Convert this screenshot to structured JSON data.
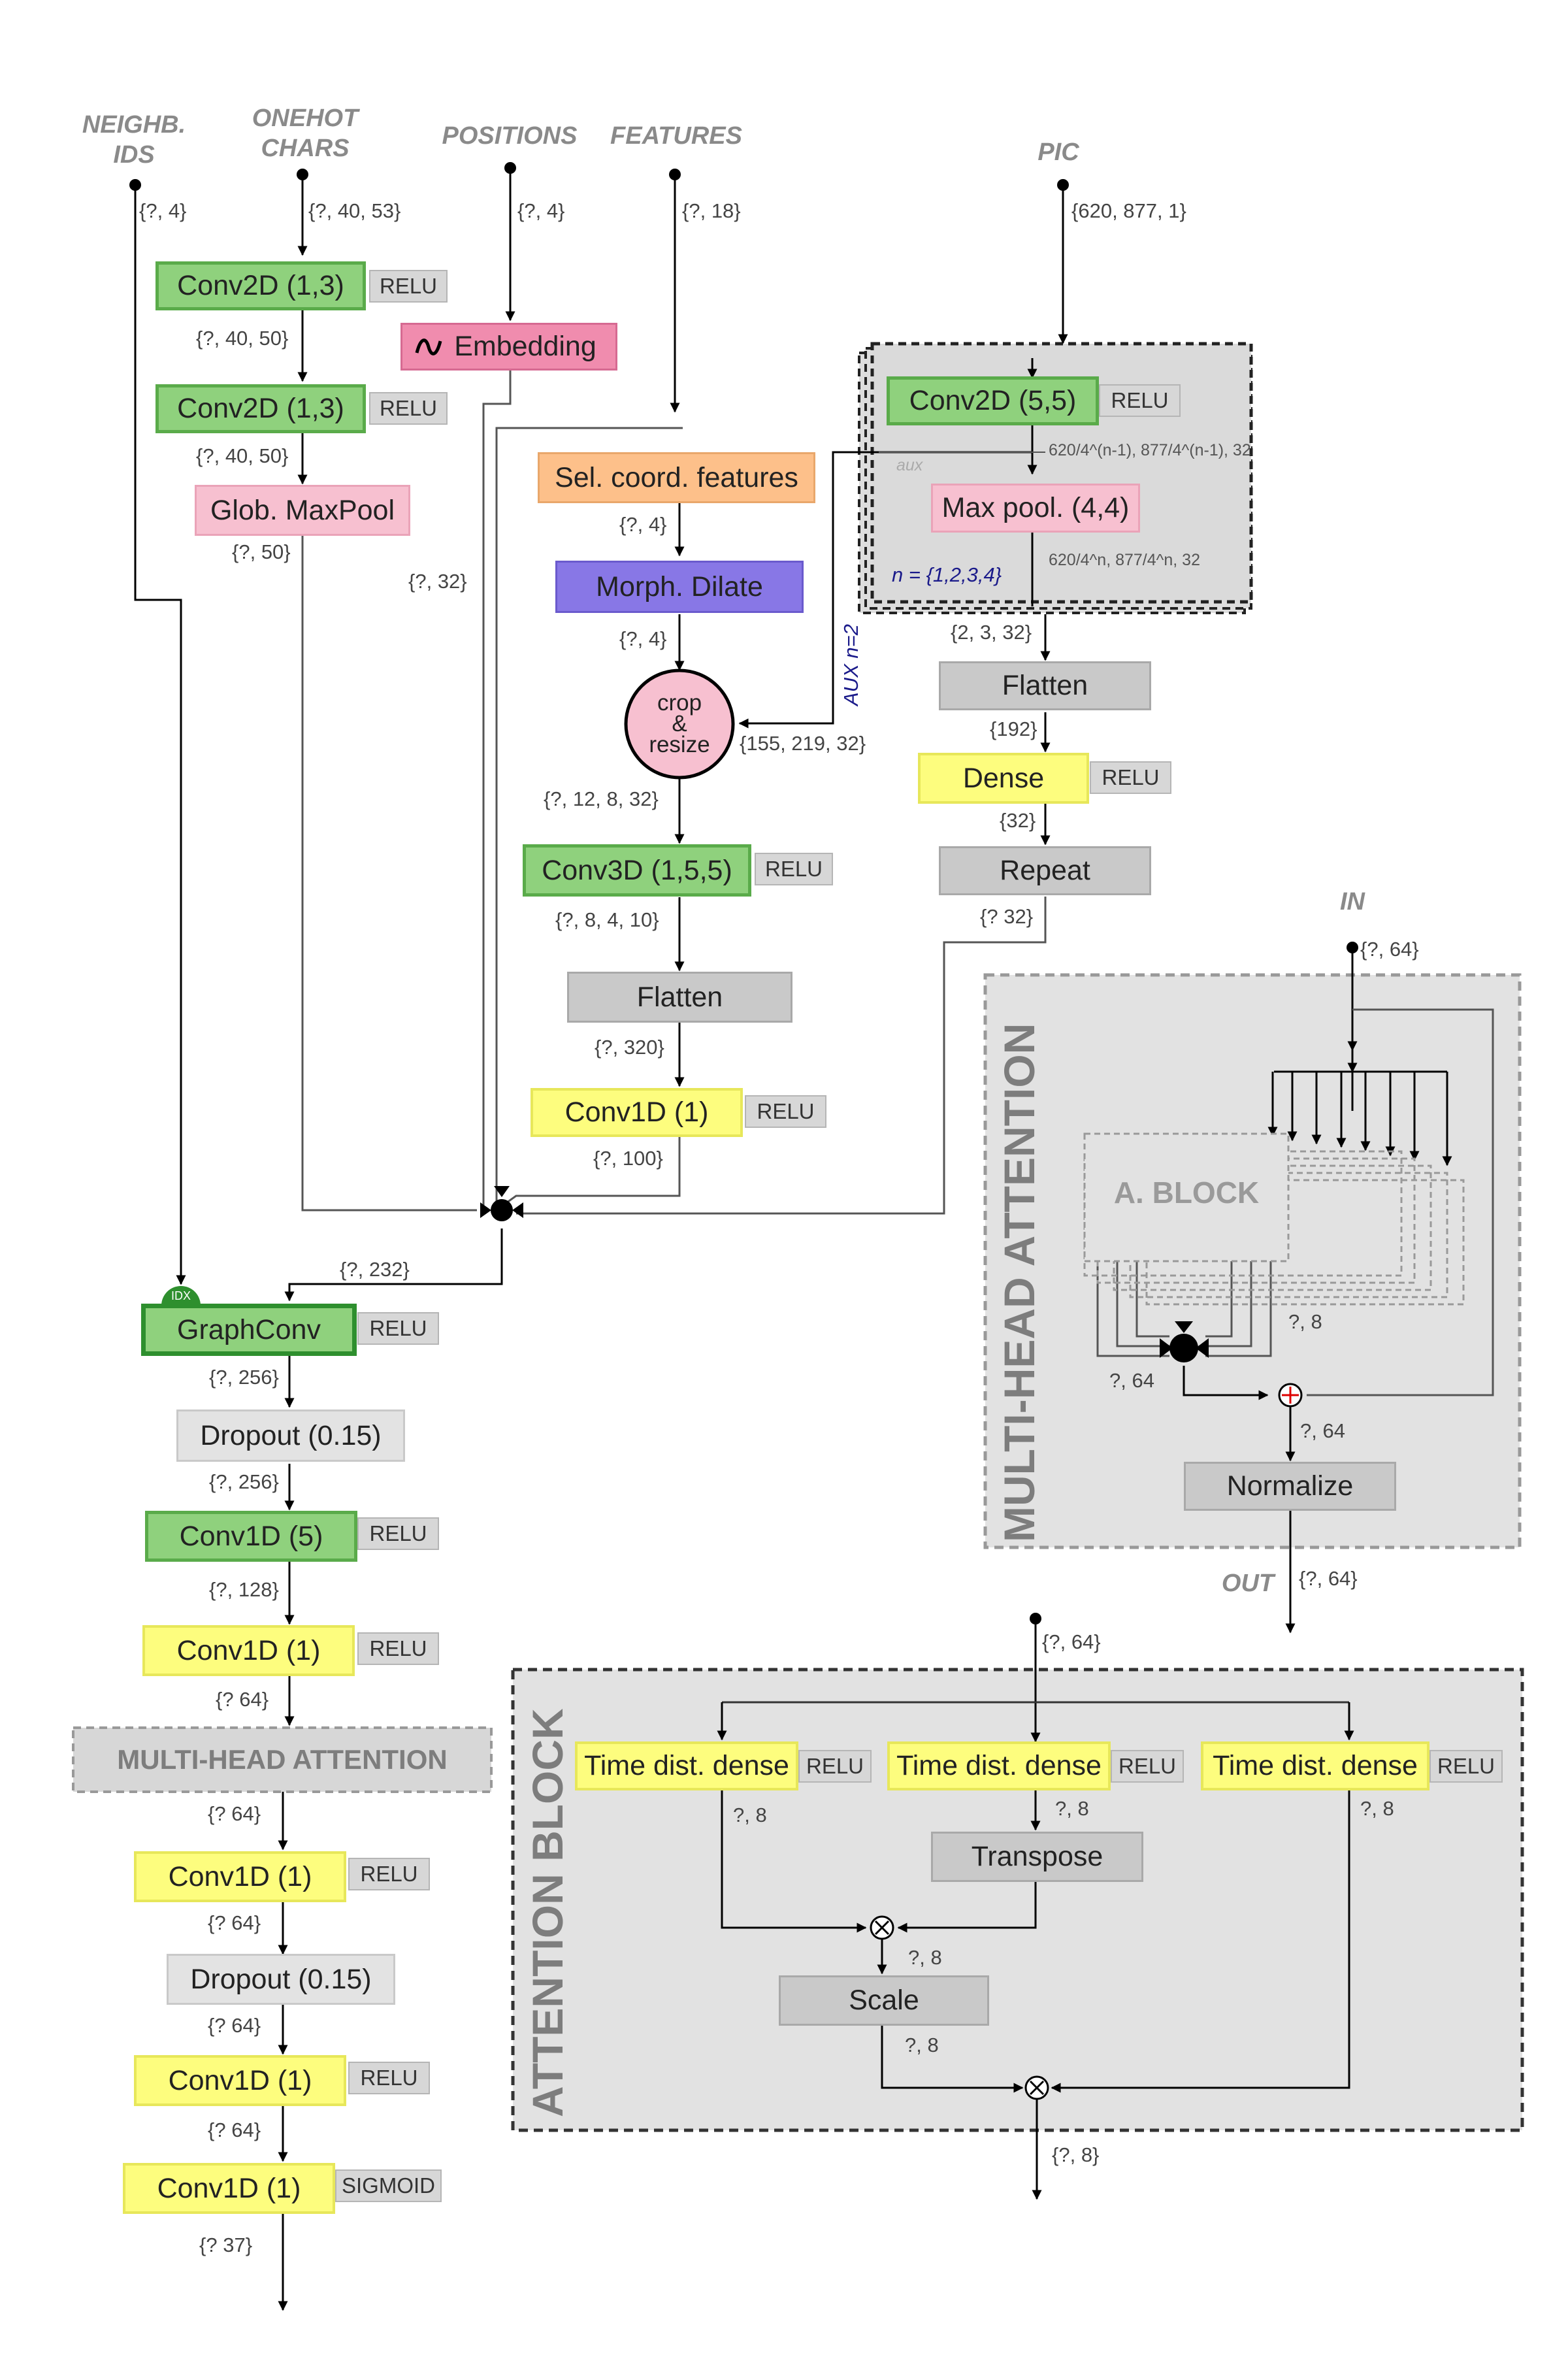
{
  "inputs": {
    "neighb_ids": "NEIGHB.\nIDS",
    "onehot_chars": "ONEHOT\nCHARS",
    "positions": "POSITIONS",
    "features": "FEATURES",
    "pic": "PIC",
    "in": "IN",
    "out": "OUT"
  },
  "shapes": {
    "in_neighb": "{?, 4}",
    "in_chars": "{?, 40, 53}",
    "in_pos": "{?, 4}",
    "in_feat": "{?, 18}",
    "in_pic": "{620, 877, 1}",
    "conv2d_1_out": "{?, 40, 50}",
    "conv2d_2_out": "{?, 40, 50}",
    "maxpool_out": "{?, 50}",
    "embedding_out": "{?, 32}",
    "sel_out": "{?, 4}",
    "dilate_out": "{?, 4}",
    "crop_side": "{155, 219, 32}",
    "crop_out": "{?, 12, 8, 32}",
    "conv3d_out": "{?, 8, 4, 10}",
    "flatten_a_out": "{?, 320}",
    "conv1d_a_out": "{?, 100}",
    "concat_out": "{?, 232}",
    "graphconv_out": "{?, 256}",
    "dropout1_out": "{?, 256}",
    "conv1d5_out": "{?, 128}",
    "conv1d_b_out": "{? 64}",
    "mha_out": "{? 64}",
    "conv1d_c_out": "{? 64}",
    "dropout2_out": "{? 64}",
    "conv1d_d_out": "{? 64}",
    "final_out": "{? 37}",
    "pic_conv_out": "620/4^(n-1), 877/4^(n-1), 32",
    "pic_pool_out": "620/4^n, 877/4^n, 32",
    "pic_stack_out": "{2, 3, 32}",
    "flatten_b_out": "{192}",
    "dense_out": "{32}",
    "repeat_out": "{? 32}",
    "mha_in": "{?, 64}",
    "ablock_head": "?, 8",
    "ablock_concat": "?, 64",
    "residual_out": "?, 64",
    "mha_final": "{?, 64}",
    "ab_in": "{?, 64}",
    "td1_out": "?, 8",
    "td2_out": "?, 8",
    "td3_out": "?, 8",
    "mult1_out": "?, 8",
    "scale_out": "?, 8",
    "ab_out": "{?, 8}"
  },
  "layers": {
    "conv2d_1": "Conv2D (1,3)",
    "conv2d_2": "Conv2D (1,3)",
    "glob_maxpool": "Glob. MaxPool",
    "embedding": "Embedding",
    "sel_coord": "Sel. coord. features",
    "morph_dilate": "Morph. Dilate",
    "crop_resize": "crop\n&\nresize",
    "conv3d": "Conv3D (1,5,5)",
    "flatten_a": "Flatten",
    "conv1d_a": "Conv1D (1)",
    "graphconv": "GraphConv",
    "idx_badge": "IDX",
    "dropout1": "Dropout (0.15)",
    "conv1d_5": "Conv1D (5)",
    "conv1d_b": "Conv1D (1)",
    "mha_box": "MULTI-HEAD ATTENTION",
    "conv1d_c": "Conv1D (1)",
    "dropout2": "Dropout (0.15)",
    "conv1d_d": "Conv1D (1)",
    "conv1d_e": "Conv1D (1)",
    "pic_conv": "Conv2D (5,5)",
    "pic_pool": "Max pool. (4,4)",
    "n_values": "n = {1,2,3,4}",
    "aux": "AUX n=2",
    "aux_small": "aux",
    "flatten_b": "Flatten",
    "dense": "Dense",
    "repeat": "Repeat",
    "a_block": "A. BLOCK",
    "normalize": "Normalize",
    "td_dense": "Time dist. dense",
    "transpose": "Transpose",
    "scale": "Scale"
  },
  "activations": {
    "relu": "RELU",
    "sigmoid": "SIGMOID"
  },
  "panels": {
    "mha_title": "MULTI-HEAD ATTENTION",
    "ab_title": "ATTENTION BLOCK"
  },
  "colors": {
    "conv": "#8fd17d",
    "dense": "#fdfd7e",
    "util": "#c9c9c9",
    "pool": "#f7c0d0",
    "embedding": "#f08cae",
    "selection": "#fdc08a",
    "morph": "#8877e6",
    "panel": "#e2e2e2"
  }
}
